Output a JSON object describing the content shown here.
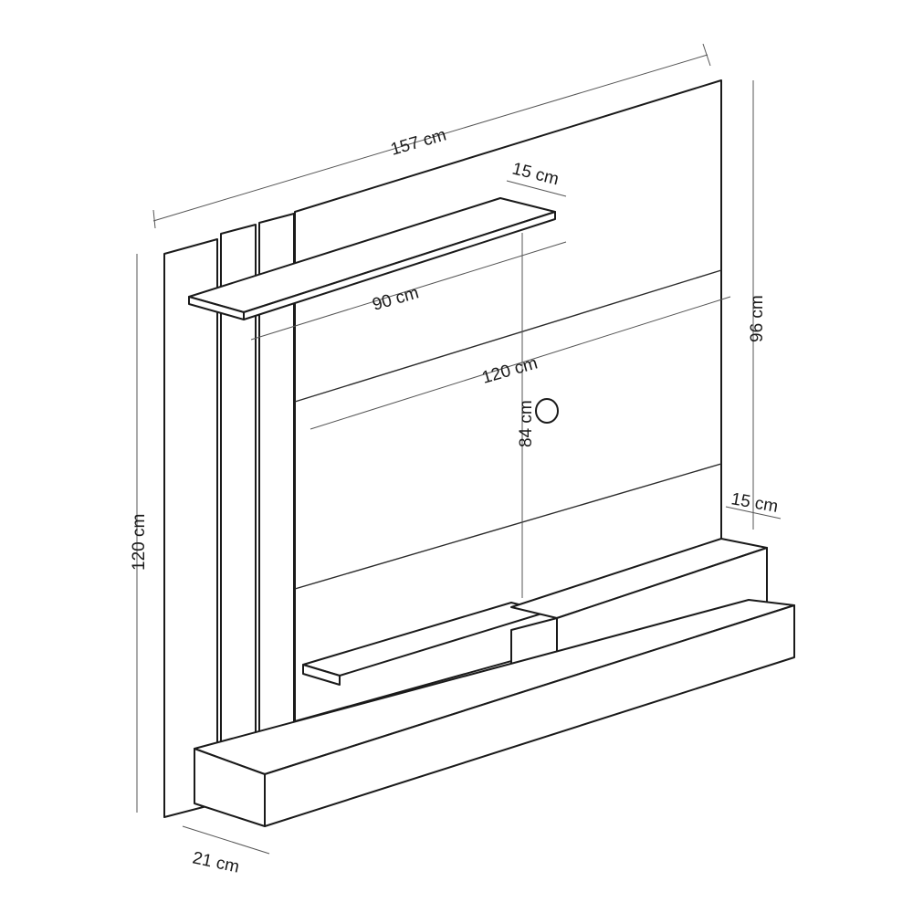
{
  "diagram": {
    "subject": "Wall-mounted TV unit panel with shelves",
    "dimensions": {
      "total_width": "157 cm",
      "total_height": "120 cm",
      "panel_height": "96 cm",
      "panel_width": "120 cm",
      "top_shelf_width": "90 cm",
      "top_shelf_depth": "15 cm",
      "right_shelf_depth": "15 cm",
      "tv_area_height": "84 cm",
      "bottom_depth": "21 cm"
    }
  }
}
